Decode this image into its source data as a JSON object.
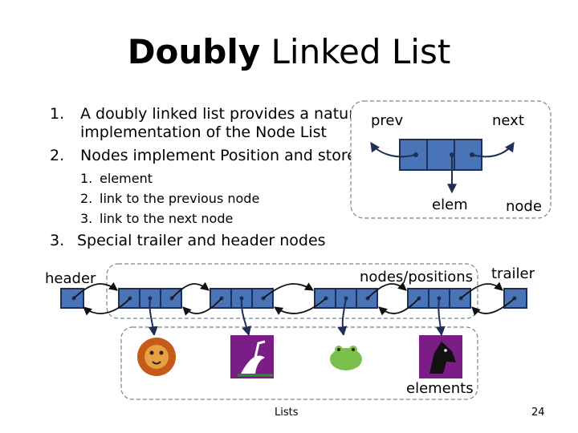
{
  "title": {
    "bold": "Doubly",
    "rest": " Linked List"
  },
  "bullets": [
    {
      "num": "1.",
      "lines": [
        "A doubly linked list provides a natural",
        "implementation of the Node List"
      ]
    },
    {
      "num": "2.",
      "lines": [
        "Nodes implement Position and store:"
      ]
    }
  ],
  "sub_bullets": [
    {
      "num": "1.",
      "text": "element"
    },
    {
      "num": "2.",
      "text": "link to the previous node"
    },
    {
      "num": "3.",
      "text": "link to the next node"
    }
  ],
  "bullet3": {
    "num": "3.",
    "text": "Special trailer and header nodes"
  },
  "node_diagram": {
    "prev": "prev",
    "next": "next",
    "elem": "elem",
    "node": "node"
  },
  "list_diagram": {
    "header": "header",
    "positions": "nodes/positions",
    "trailer": "trailer",
    "elements": "elements"
  },
  "element_icons": [
    "lion-icon",
    "heron-icon",
    "frog-icon",
    "horse-icon"
  ],
  "footer": {
    "left": "Lists",
    "page": "24"
  },
  "colors": {
    "node_fill": "#4a74b8",
    "node_stroke": "#1f2f55",
    "element_fill": "#7a1d86"
  }
}
